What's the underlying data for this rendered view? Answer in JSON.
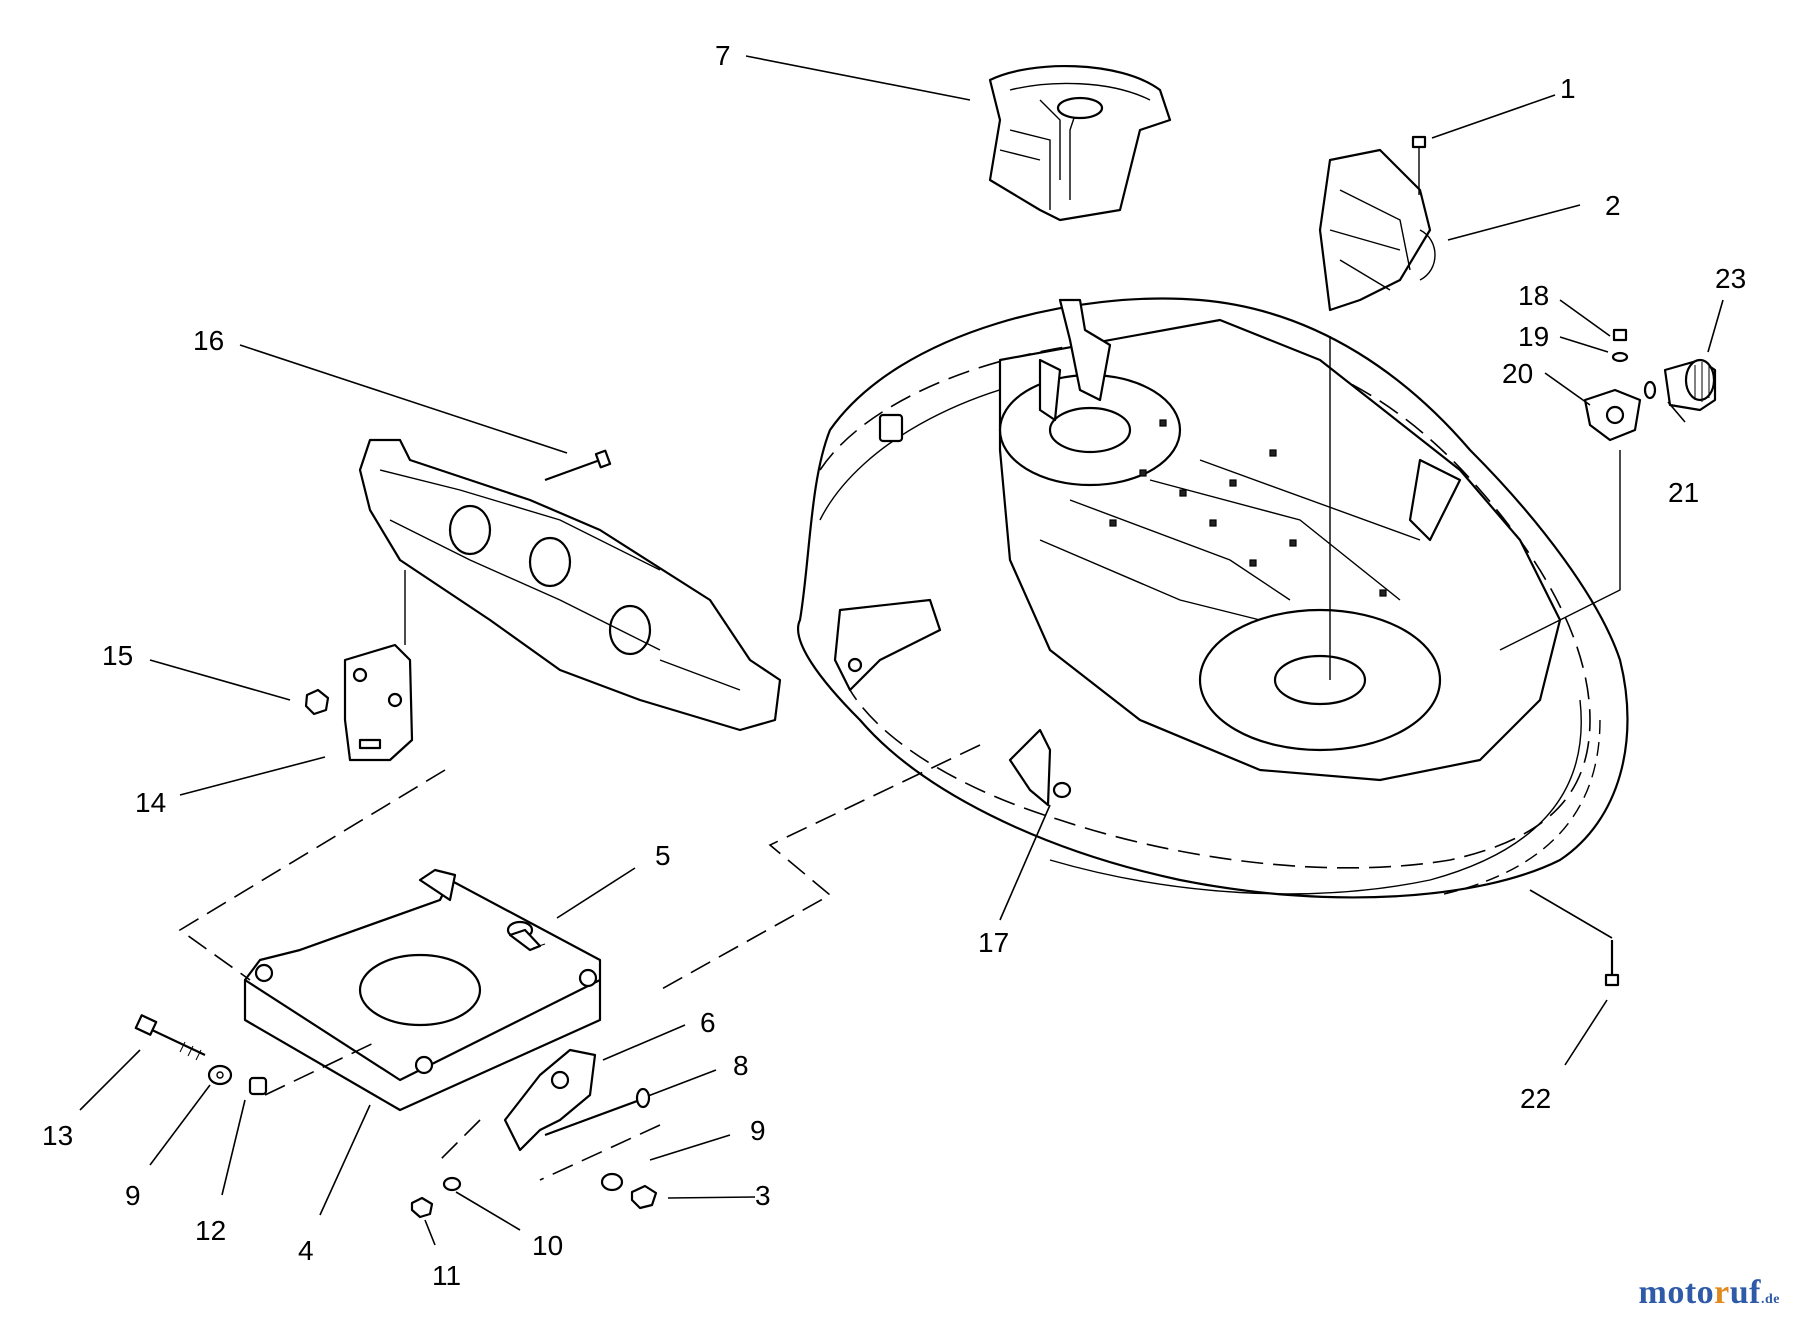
{
  "callouts": [
    "1",
    "2",
    "3",
    "4",
    "5",
    "6",
    "7",
    "8",
    "9",
    "9",
    "10",
    "11",
    "12",
    "13",
    "14",
    "15",
    "16",
    "17",
    "18",
    "19",
    "20",
    "21",
    "22",
    "23"
  ],
  "watermark": {
    "logo_text": "motoruf.de",
    "colors": {
      "blue": "#2f5aa8",
      "orange": "#e08a1e"
    }
  }
}
